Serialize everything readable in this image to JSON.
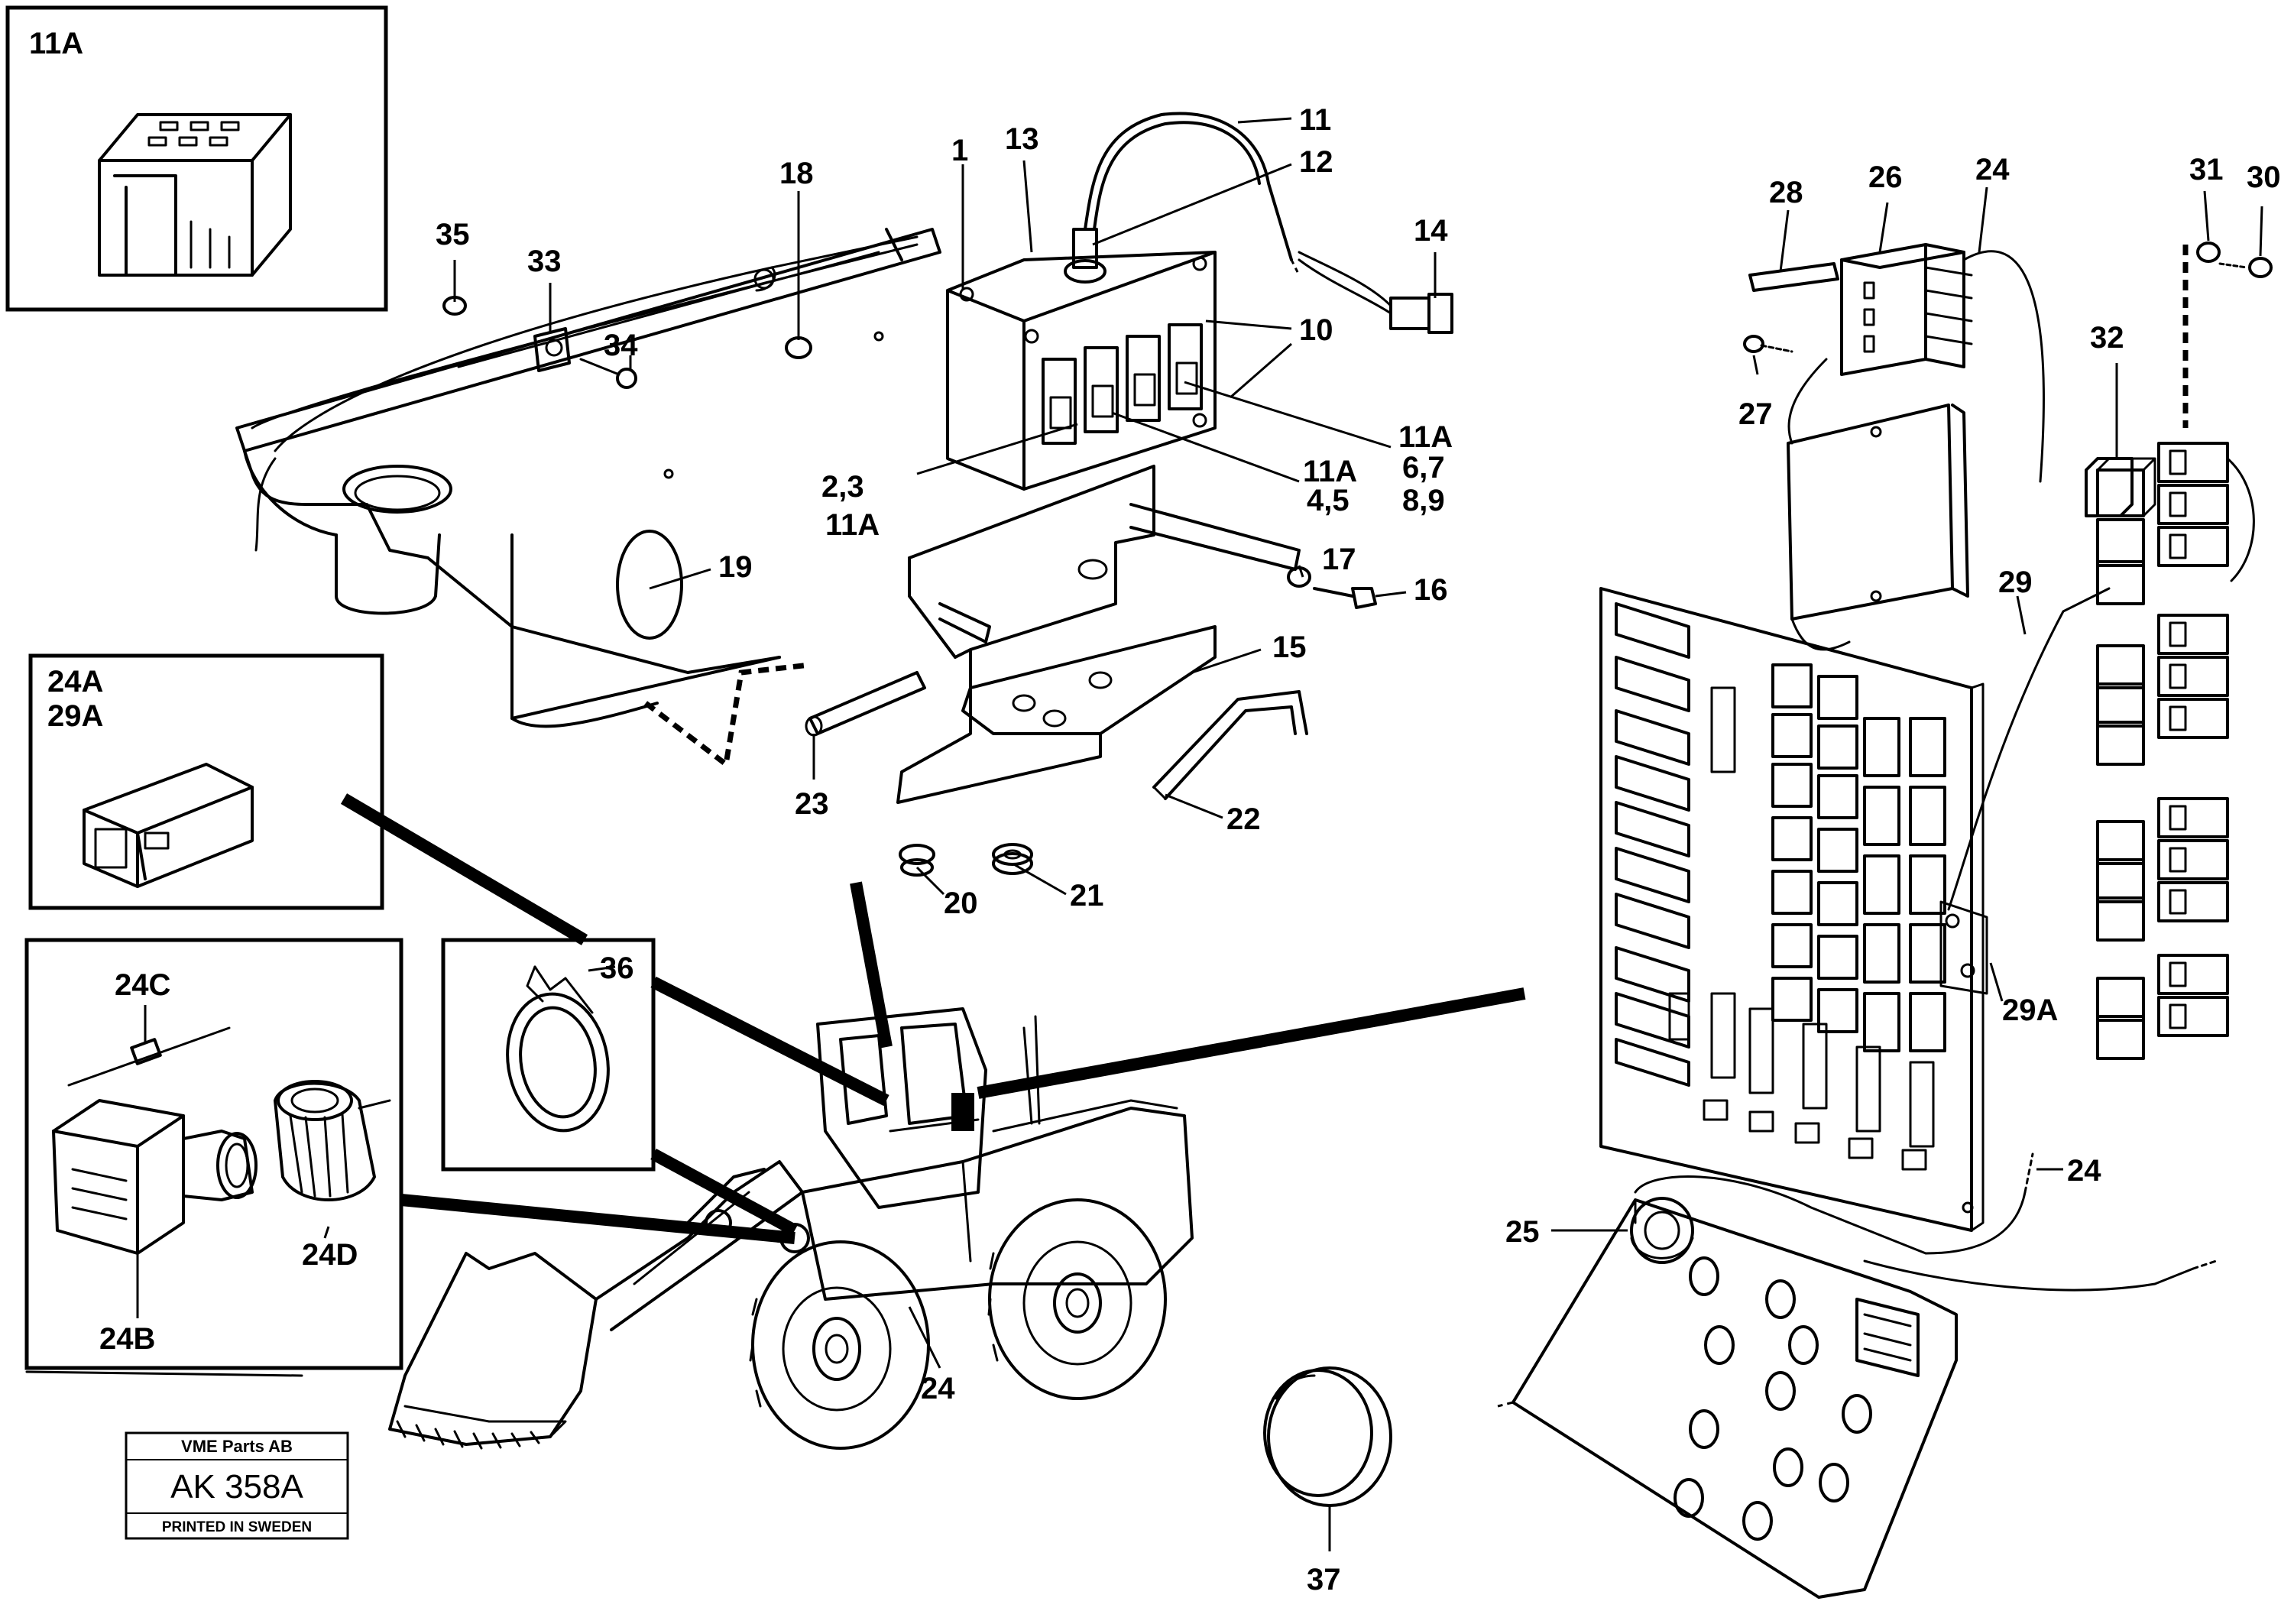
{
  "labels": {
    "p1": "1",
    "p23": "2,3",
    "p23b": "11A",
    "p45a": "11A",
    "p45": "4,5",
    "p67a": "11A",
    "p67": "6,7",
    "p89": "8,9",
    "p10": "10",
    "p11": "11",
    "p12": "12",
    "p13": "13",
    "p14": "14",
    "p15": "15",
    "p16": "16",
    "p17": "17",
    "p18": "18",
    "p19": "19",
    "p20": "20",
    "p21": "21",
    "p22": "22",
    "p23n": "23",
    "p24a": "24",
    "p24b": "24",
    "p24c": "24",
    "p25": "25",
    "p26": "26",
    "p27": "27",
    "p28": "28",
    "p29": "29",
    "p29A": "29A",
    "p30": "30",
    "p31": "31",
    "p32": "32",
    "p33": "33",
    "p34": "34",
    "p35": "35",
    "p36": "36",
    "p37": "37"
  },
  "insets": {
    "box11A": "11A",
    "box24A_1": "24A",
    "box24A_2": "29A",
    "box24C": "24C",
    "box24D": "24D",
    "box24B": "24B"
  },
  "stamp": {
    "company": "VME Parts AB",
    "code": "AK 358A",
    "printed": "PRINTED IN SWEDEN"
  }
}
